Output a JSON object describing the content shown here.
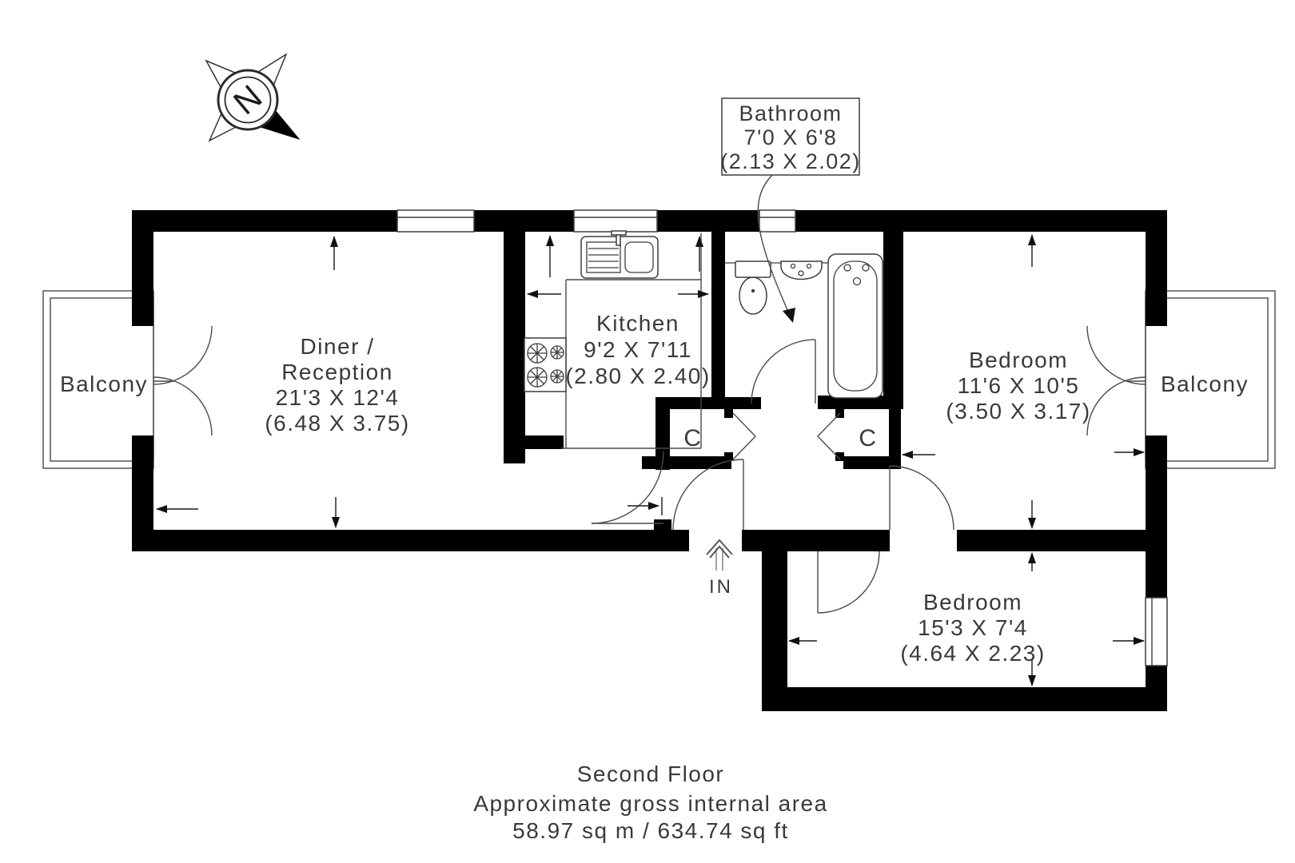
{
  "colors": {
    "wall": "#000000",
    "line": "#3d3d3d",
    "text": "#3a3a3a",
    "background": "#ffffff"
  },
  "compass": {
    "north_label": "N"
  },
  "callout": {
    "title": "Bathroom",
    "dims_imperial": "7'0 X 6'8",
    "dims_metric": "(2.13 X 2.02)"
  },
  "rooms": {
    "diner": {
      "name_line1": "Diner /",
      "name_line2": "Reception",
      "dims_imperial": "21'3 X 12'4",
      "dims_metric": "(6.48 X 3.75)"
    },
    "kitchen": {
      "name": "Kitchen",
      "dims_imperial": "9'2 X 7'11",
      "dims_metric": "(2.80 X 2.40)"
    },
    "bedroom_right": {
      "name": "Bedroom",
      "dims_imperial": "11'6 X 10'5",
      "dims_metric": "(3.50 X 3.17)"
    },
    "bedroom_bottom": {
      "name": "Bedroom",
      "dims_imperial": "15'3 X 7'4",
      "dims_metric": "(4.64 X 2.23)"
    },
    "balcony_left": {
      "name": "Balcony"
    },
    "balcony_right": {
      "name": "Balcony"
    },
    "closet_left": {
      "label": "C"
    },
    "closet_right": {
      "label": "C"
    }
  },
  "entrance": {
    "label": "IN"
  },
  "footer": {
    "floor": "Second Floor",
    "area_note": "Approximate gross internal area",
    "area_value": "58.97 sq m / 634.74 sq ft"
  }
}
